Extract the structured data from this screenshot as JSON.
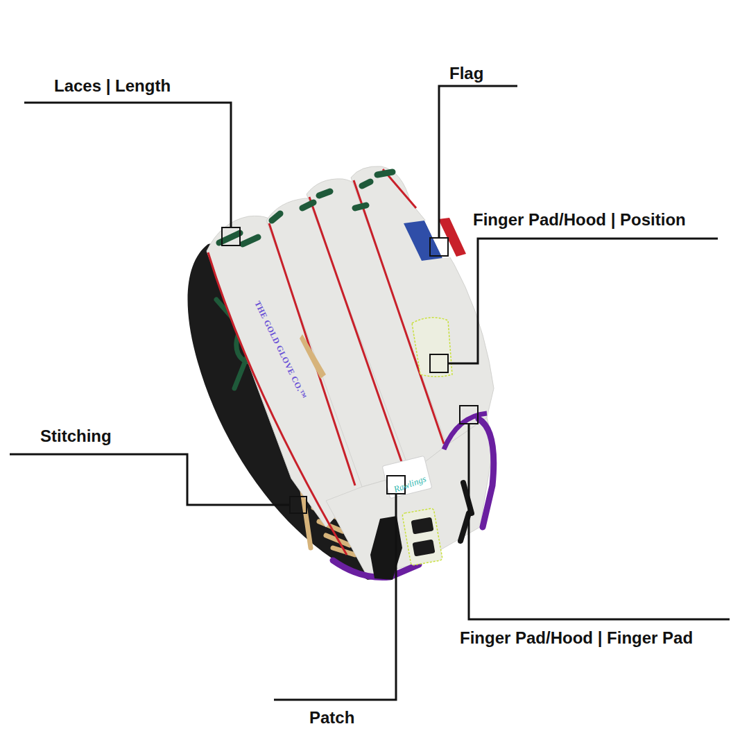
{
  "diagram": {
    "labels": [
      "Laces | Length",
      "Flag",
      "Finger Pad/Hood | Position",
      "THE GOLD GLOVE CO.™",
      "Stitching",
      "Rawlings",
      "Finger Pad/Hood | Finger Pad",
      "Patch"
    ]
  }
}
